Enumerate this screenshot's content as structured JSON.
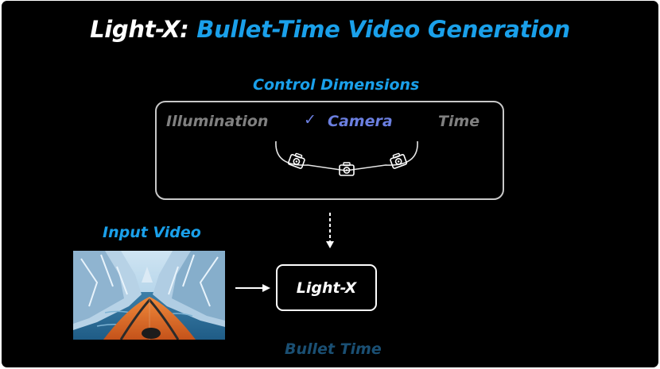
{
  "title": {
    "prefix": "Light-X:",
    "main": "Bullet-Time Video Generation"
  },
  "control_dimensions": {
    "heading": "Control Dimensions",
    "options": [
      {
        "label": "Illumination",
        "selected": false
      },
      {
        "label": "Camera",
        "selected": true
      },
      {
        "label": "Time",
        "selected": false
      }
    ],
    "check_mark": "✓"
  },
  "input_video": {
    "label": "Input Video"
  },
  "model": {
    "label": "Light-X"
  },
  "output": {
    "label": "Bullet Time"
  },
  "colors": {
    "accent_blue": "#1aa0ea",
    "camera_purple": "#6b7fe0",
    "inactive_gray": "#808080",
    "output_dark_blue": "#1a4f73",
    "background": "#000000"
  },
  "icons": [
    "camera-icon",
    "camera-icon",
    "camera-icon",
    "check-icon",
    "arrow-down-dashed-icon",
    "arrow-right-icon"
  ]
}
